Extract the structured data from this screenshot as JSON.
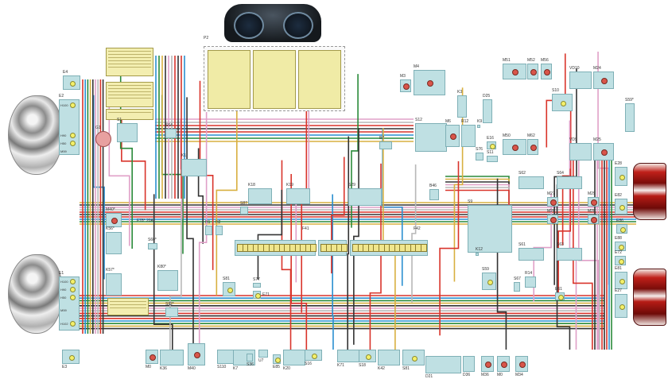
{
  "components": [
    "E4",
    "E2",
    "E1",
    "E3",
    "G1",
    "S1",
    "K1",
    "M40*",
    "K56*",
    "K57*",
    "K80*",
    "S60*",
    "S92*",
    "S64",
    "F78* 20A",
    "P2",
    "K18",
    "K19",
    "S29",
    "S87",
    "B46",
    "F41",
    "F42",
    "H1",
    "H2",
    "S81",
    "E71",
    "S77",
    "B7",
    "M3",
    "M4",
    "K3",
    "S12",
    "M6",
    "R12",
    "K9",
    "D25",
    "E16",
    "S76",
    "S11",
    "M51",
    "M52",
    "M56",
    "M50",
    "M62",
    "S10",
    "VD10",
    "M24",
    "VD9",
    "M25",
    "S59*",
    "S9",
    "K12",
    "S62",
    "S64",
    "M27",
    "M26",
    "M29",
    "M28",
    "S61",
    "S63",
    "E28",
    "E82",
    "E86",
    "E88",
    "E72",
    "E81",
    "E27",
    "S59",
    "S67",
    "R14",
    "E61",
    "M0",
    "K36",
    "M40",
    "S110",
    "K7",
    "S36",
    "U7",
    "E85",
    "K20",
    "S16",
    "K71",
    "S18",
    "K42",
    "S81",
    "D21",
    "D36",
    "M36",
    "M0",
    "M34"
  ],
  "lamp_labels": [
    "H100",
    "H90",
    "H50",
    "M59",
    "H100",
    "H90",
    "H50",
    "M59",
    "H102"
  ],
  "colors": {
    "component_fill": "#bfe0e3",
    "table_fill": "#f3eeb0",
    "wire_red": "#d9342b",
    "wire_blue": "#2a8fd0",
    "wire_green": "#2a8a3a",
    "wire_yellow": "#d8b040",
    "wire_black": "#333333",
    "wire_pink": "#e0a0c8",
    "wire_grey": "#b8b8b8"
  }
}
